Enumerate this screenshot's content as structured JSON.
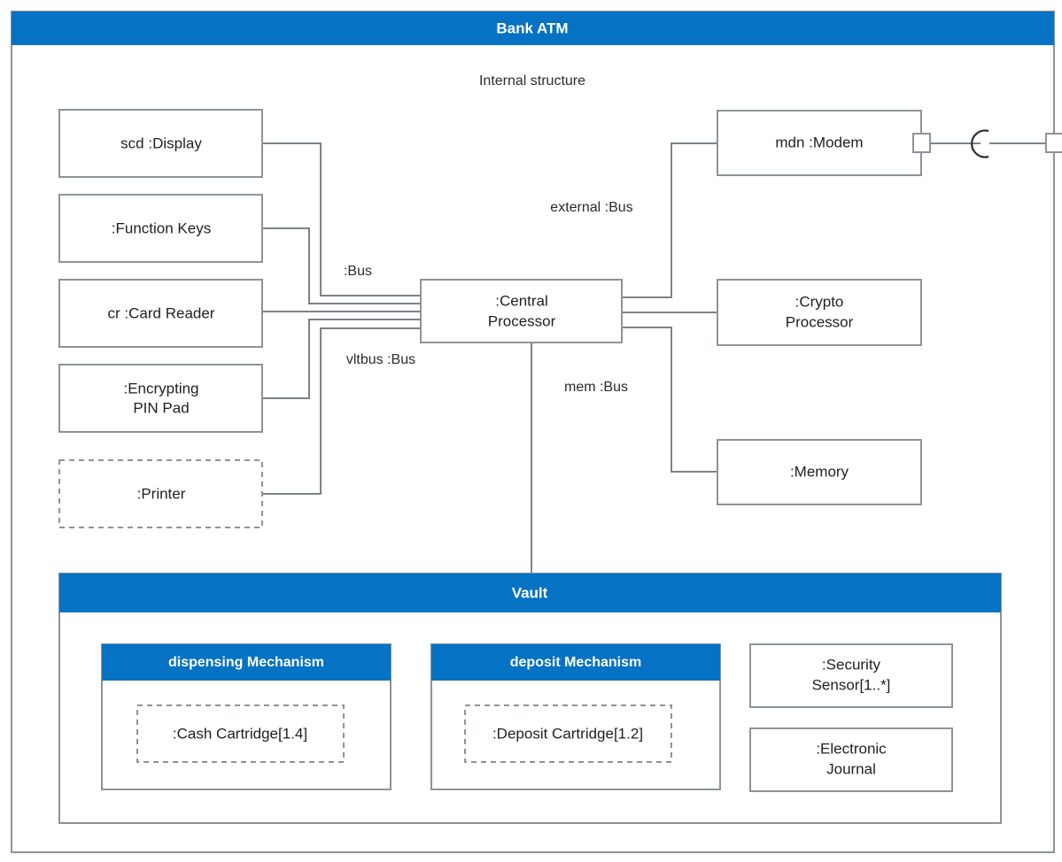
{
  "diagram": {
    "type": "uml-composite-structure",
    "root": {
      "title": "Bank ATM",
      "subtitle": "Internal structure",
      "header_color": "#0572c4",
      "border_color": "#8c939c"
    },
    "left_parts": [
      {
        "name": "scd :Display",
        "style": "solid"
      },
      {
        "name": ":Function Keys",
        "style": "solid"
      },
      {
        "name": "cr :Card Reader",
        "style": "solid"
      },
      {
        "name": ":Encrypting\nPIN Pad",
        "line1": ":Encrypting",
        "line2": "PIN Pad",
        "style": "solid"
      },
      {
        "name": ":Printer",
        "style": "dashed"
      }
    ],
    "center_part": {
      "line1": ":Central",
      "line2": "Processor",
      "style": "solid"
    },
    "right_parts": [
      {
        "name": "mdn :Modem",
        "style": "solid",
        "has_port": true
      },
      {
        "line1": ":Crypto",
        "line2": "Processor",
        "style": "solid"
      },
      {
        "name": ":Memory",
        "style": "solid"
      }
    ],
    "connector_labels": [
      {
        "id": "bus",
        "text": ":Bus"
      },
      {
        "id": "vltbus",
        "text": "vltbus :Bus"
      },
      {
        "id": "external",
        "text": "external :Bus"
      },
      {
        "id": "mem",
        "text": "mem :Bus"
      }
    ],
    "vault": {
      "title": "Vault",
      "header_color": "#0572c4",
      "mechanisms": [
        {
          "title": "dispensing Mechanism",
          "inner": {
            "name": ":Cash Cartridge[1.4]",
            "style": "dashed"
          }
        },
        {
          "title": "deposit Mechanism",
          "inner": {
            "name": ":Deposit Cartridge[1.2]",
            "style": "dashed"
          }
        }
      ],
      "side_parts": [
        {
          "line1": ":Security",
          "line2": "Sensor[1..*]",
          "style": "solid"
        },
        {
          "line1": ":Electronic",
          "line2": "Journal",
          "style": "solid"
        }
      ]
    },
    "interfaces": [
      {
        "id": "modem-port",
        "kind": "port-square"
      },
      {
        "id": "required-interface-socket",
        "kind": "socket-half-circle"
      },
      {
        "id": "boundary-port",
        "kind": "port-square"
      }
    ]
  }
}
